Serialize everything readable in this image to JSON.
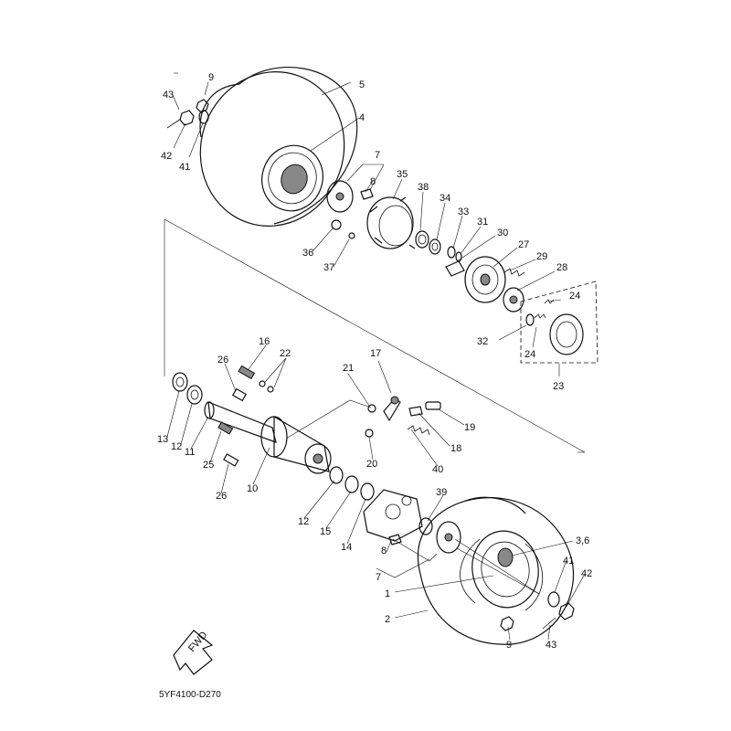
{
  "diagram": {
    "drawing_code": "5YF4100-D270",
    "fwd_label": "FWD",
    "callouts": {
      "c43_top": "43",
      "c9_top": "9",
      "c5": "5",
      "c4": "4",
      "c42_top": "42",
      "c41_top": "41",
      "c7_top": "7",
      "c8_top": "8",
      "c35": "35",
      "c38": "38",
      "c34": "34",
      "c33": "33",
      "c31": "31",
      "c30": "30",
      "c27": "27",
      "c29": "29",
      "c28": "28",
      "c36": "36",
      "c37": "37",
      "c24_a": "24",
      "c24_b": "24",
      "c32": "32",
      "c23": "23",
      "c16": "16",
      "c22": "22",
      "c26_top": "26",
      "c17": "17",
      "c21": "21",
      "c13": "13",
      "c12_left": "12",
      "c11": "11",
      "c25": "25",
      "c10": "10",
      "c26_bot": "26",
      "c19": "19",
      "c18": "18",
      "c20": "20",
      "c40": "40",
      "c39": "39",
      "c12_mid": "12",
      "c15": "15",
      "c14": "14",
      "c8_bot": "8",
      "c7_bot": "7",
      "c3_6": "3,6",
      "c41_bot": "41",
      "c42_bot": "42",
      "c1": "1",
      "c2": "2",
      "c9_bot": "9",
      "c43_bot": "43"
    }
  }
}
